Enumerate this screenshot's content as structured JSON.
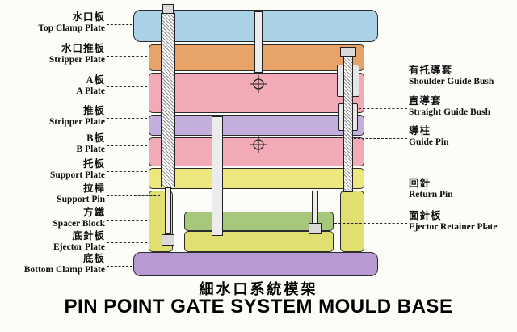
{
  "titles": {
    "chinese": "細水口系統模架",
    "english": "PIN POINT GATE SYSTEM MOULD BASE"
  },
  "left_labels": [
    {
      "cn": "水口板",
      "en": "Top Clamp Plate"
    },
    {
      "cn": "水口推板",
      "en": "Stripper Plate"
    },
    {
      "cn": "A板",
      "en": "A Plate"
    },
    {
      "cn": "推板",
      "en": "Stripper Plate"
    },
    {
      "cn": "B板",
      "en": "B Plate"
    },
    {
      "cn": "托板",
      "en": "Support Plate"
    },
    {
      "cn": "拉桿",
      "en": "Support Pin"
    },
    {
      "cn": "方鐵",
      "en": "Spacer Block"
    },
    {
      "cn": "底針板",
      "en": "Ejector Plate"
    },
    {
      "cn": "底板",
      "en": "Bottom Clamp Plate"
    }
  ],
  "right_labels": [
    {
      "cn": "有托導套",
      "en": "Shoulder Guide Bush"
    },
    {
      "cn": "直導套",
      "en": "Straight Guide Bush"
    },
    {
      "cn": "導柱",
      "en": "Guide Pin"
    },
    {
      "cn": "回針",
      "en": "Return Pin"
    },
    {
      "cn": "面針板",
      "en": "Ejector Retainer Plate"
    }
  ],
  "colors": {
    "top_clamp_plate": "#a9d2e7",
    "stripper_plate_top": "#e8a368",
    "a_plate": "#f2abb6",
    "stripper_plate": "#c3aedd",
    "b_plate": "#f2abb6",
    "support_plate": "#ece77e",
    "spacer_block": "#dfdf72",
    "ejector_retainer_plate": "#a6c77c",
    "ejector_plate": "#dfdf72",
    "bottom_clamp_plate": "#b79ad2"
  }
}
